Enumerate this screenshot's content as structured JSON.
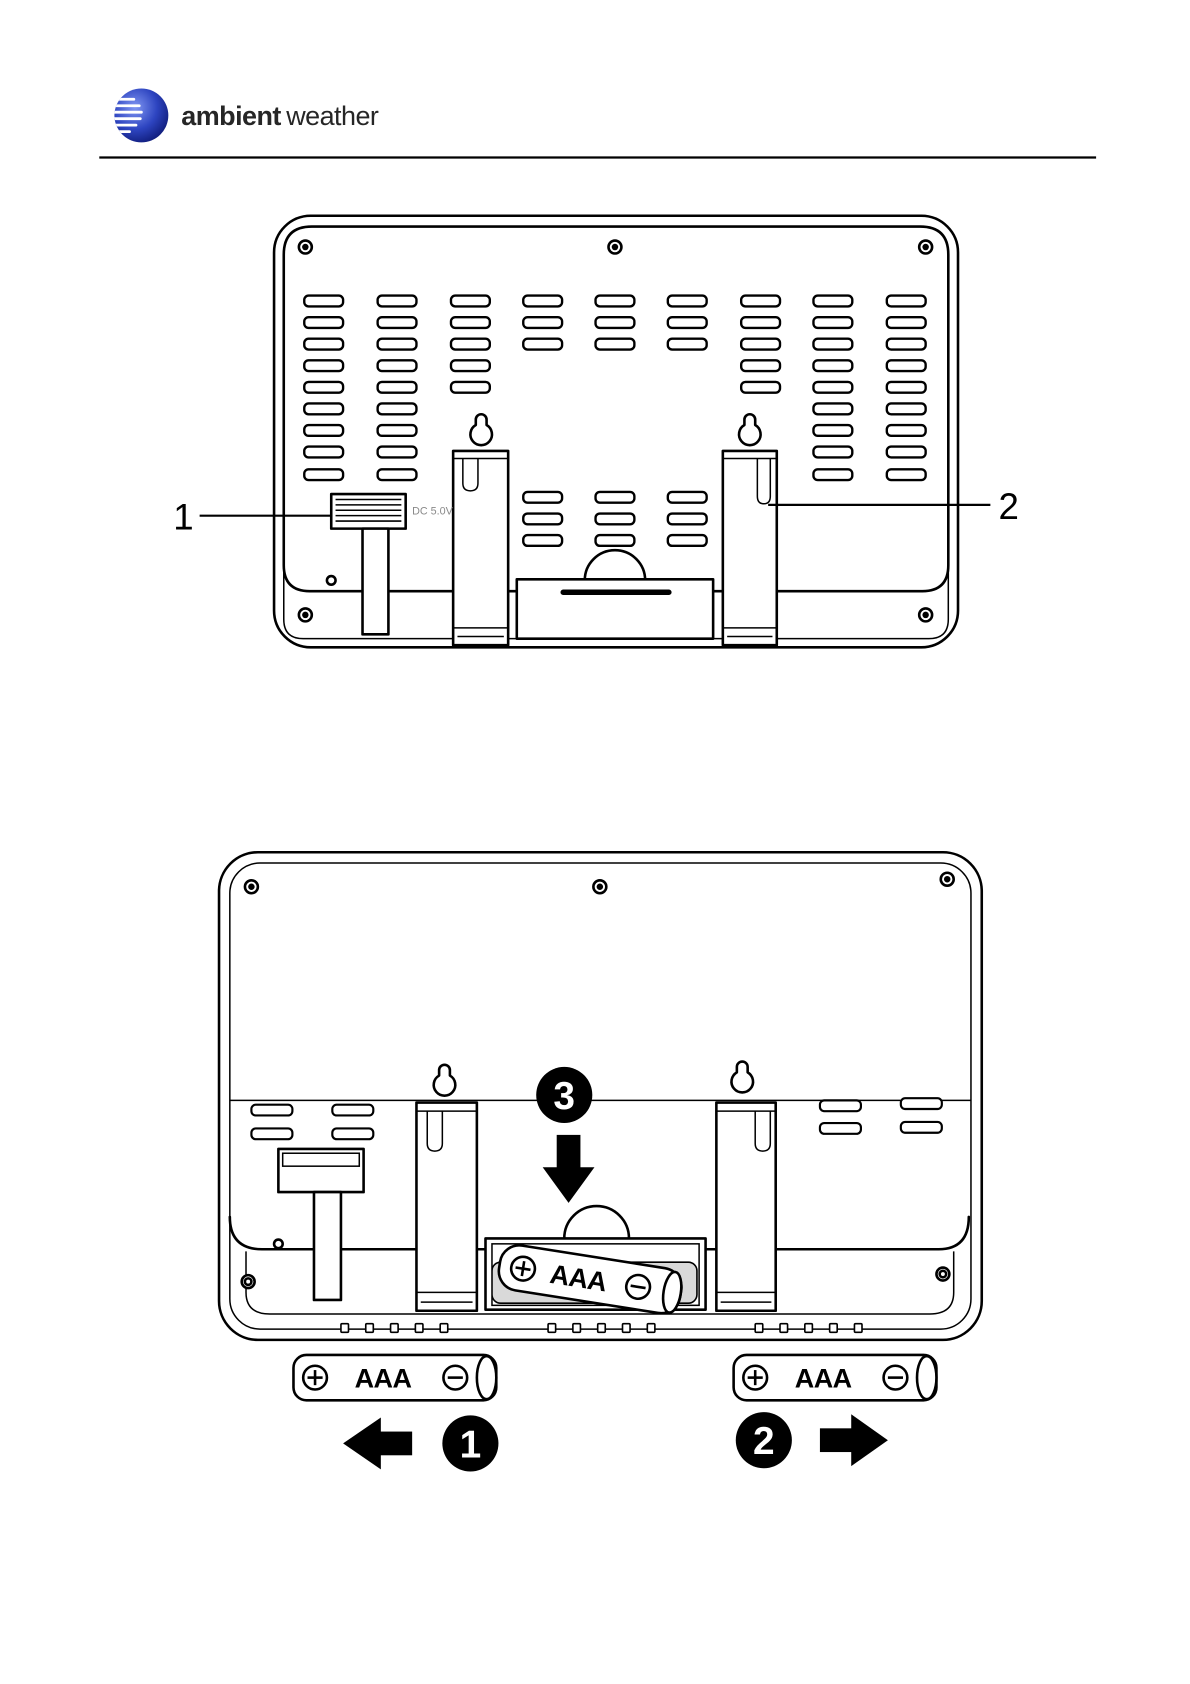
{
  "brand": {
    "logo_bold": "ambient",
    "logo_light": "weather"
  },
  "figure_1": {
    "callouts": [
      "1",
      "2"
    ],
    "power_jack_label": "DC 5.0V"
  },
  "figure_2": {
    "steps": [
      "1",
      "2",
      "3"
    ],
    "batteries": [
      "AAA",
      "AAA",
      "AAA"
    ]
  },
  "icons": {
    "logo": "globe-icon",
    "step_arrows": [
      "arrow-left-icon",
      "arrow-right-icon",
      "arrow-down-icon"
    ],
    "terminals": [
      "plus-terminal-icon",
      "minus-terminal-icon"
    ]
  },
  "colors": {
    "ink": "#000000",
    "logo_blue": "#2d44c0",
    "jack_label_gray": "#8a8a8a"
  }
}
